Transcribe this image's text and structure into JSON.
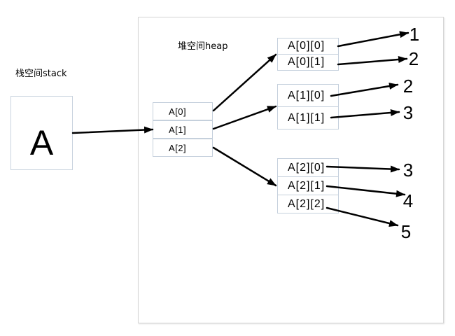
{
  "stack": {
    "label": "栈空间stack",
    "variable": "A"
  },
  "heap": {
    "label": "堆空间heap",
    "outer_array": [
      "A[0]",
      "A[1]",
      "A[2]"
    ],
    "rows": [
      {
        "cells": [
          {
            "label": "A[0][0]",
            "value": "1"
          },
          {
            "label": "A[0][1]",
            "value": "2"
          }
        ]
      },
      {
        "cells": [
          {
            "label": "A[1][0]",
            "value": "2"
          },
          {
            "label": "A[1][1]",
            "value": "3"
          }
        ]
      },
      {
        "cells": [
          {
            "label": "A[2][0]",
            "value": "3"
          },
          {
            "label": "A[2][1]",
            "value": "4"
          },
          {
            "label": "A[2][2]",
            "value": "5"
          }
        ]
      }
    ]
  }
}
